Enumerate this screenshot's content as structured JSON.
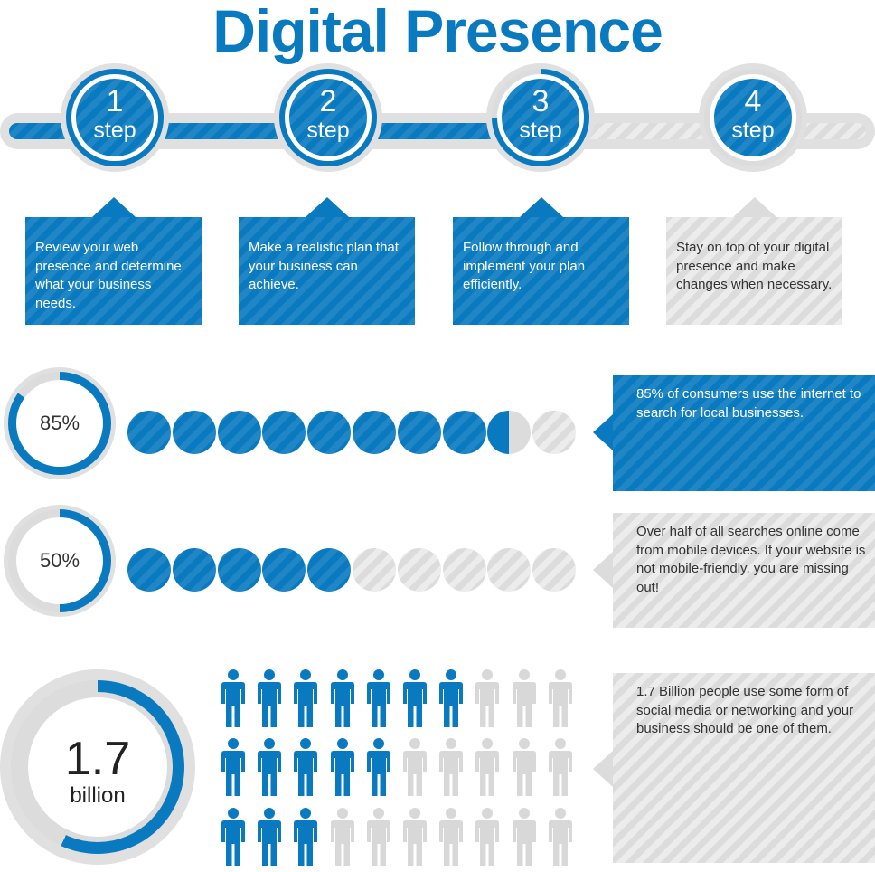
{
  "title": "Digital Presence",
  "colors": {
    "blue": "#0a7ac0",
    "grey": "#dcdcdc",
    "text_dark": "#333333"
  },
  "steps": [
    {
      "number": "1",
      "word": "step",
      "text": "Review your web presence and determine what your business needs.",
      "state": "complete",
      "progress": 1.0
    },
    {
      "number": "2",
      "word": "step",
      "text": "Make a realistic plan that your business can achieve.",
      "state": "complete",
      "progress": 1.0
    },
    {
      "number": "3",
      "word": "step",
      "text": "Follow through and implement your plan efficiently.",
      "state": "active",
      "progress": 0.75
    },
    {
      "number": "4",
      "word": "step",
      "text": "Stay on top of your digital presence and make changes when necessary.",
      "state": "pending",
      "progress": 0.0
    }
  ],
  "stats": [
    {
      "value_label": "85%",
      "percent": 85,
      "dots_total": 10,
      "dots_filled": 8.5,
      "text": "85% of consumers use the internet to search for local businesses.",
      "style": "blue"
    },
    {
      "value_label": "50%",
      "percent": 50,
      "dots_total": 10,
      "dots_filled": 5,
      "text": "Over half of all searches online come from mobile devices.  If your website is not mobile-friendly, you are missing out!",
      "style": "grey"
    }
  ],
  "people_stat": {
    "value_label": "1.7",
    "unit_label": "billion",
    "percent": 57,
    "rows_filled": [
      7,
      5,
      3
    ],
    "per_row": 10,
    "text": "1.7 Billion people use some form of social media or networking and your business should be one of them.",
    "icon": "person-icon"
  }
}
